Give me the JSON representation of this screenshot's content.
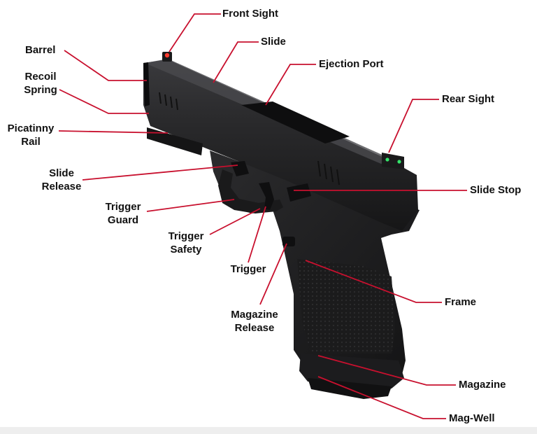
{
  "diagram": {
    "leader_color": "#c8102e",
    "body_color": "#1f1f21",
    "sight_dot_red": "#ff3b2f",
    "sight_dot_green": "#34e36a",
    "labels": {
      "front_sight": "Front Sight",
      "slide": "Slide",
      "ejection_port": "Ejection Port",
      "rear_sight": "Rear Sight",
      "barrel": "Barrel",
      "recoil_spring_1": "Recoil",
      "recoil_spring_2": "Spring",
      "picatinny_rail_1": "Picatinny",
      "picatinny_rail_2": "Rail",
      "slide_release_1": "Slide",
      "slide_release_2": "Release",
      "slide_stop": "Slide Stop",
      "trigger_guard_1": "Trigger",
      "trigger_guard_2": "Guard",
      "trigger_safety_1": "Trigger",
      "trigger_safety_2": "Safety",
      "trigger": "Trigger",
      "magazine_release_1": "Magazine",
      "magazine_release_2": "Release",
      "frame": "Frame",
      "magazine": "Magazine",
      "mag_well": "Mag-Well"
    }
  }
}
